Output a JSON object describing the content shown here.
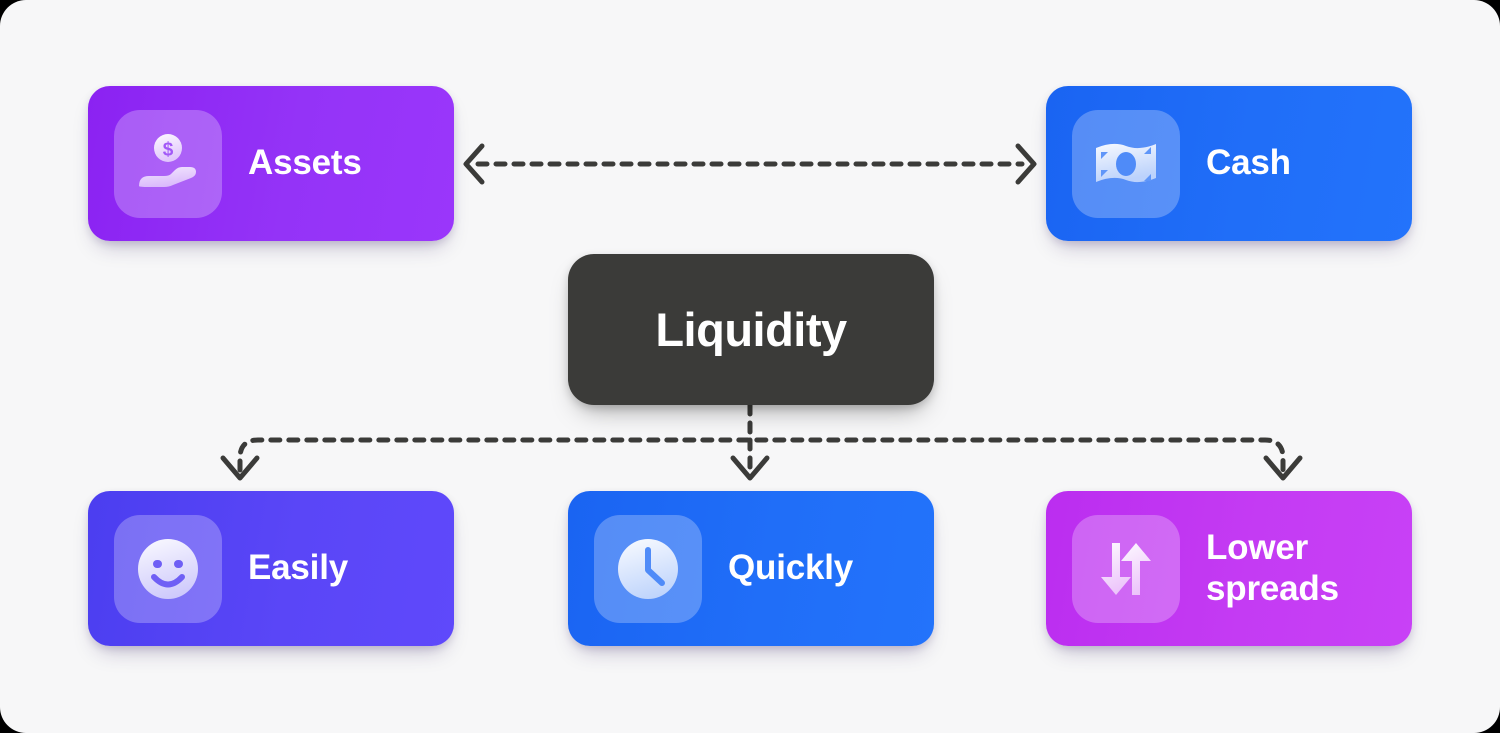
{
  "diagram": {
    "title": "Liquidity",
    "background_color": "#f7f7f8",
    "center": {
      "label": "Liquidity",
      "color": "#3b3b39",
      "text_color": "#ffffff"
    },
    "top_row": [
      {
        "id": "assets",
        "label": "Assets",
        "icon": "hand-holding-dollar-icon",
        "color": "#9433f7"
      },
      {
        "id": "cash",
        "label": "Cash",
        "icon": "banknote-icon",
        "color": "#206ef8"
      }
    ],
    "bottom_row": [
      {
        "id": "easily",
        "label": "Easily",
        "icon": "smiley-face-icon",
        "color": "#5a46f7"
      },
      {
        "id": "quickly",
        "label": "Quickly",
        "icon": "clock-icon",
        "color": "#206ef8"
      },
      {
        "id": "lower-spreads",
        "label": "Lower\nspreads",
        "icon": "arrows-up-down-icon",
        "color": "#c43bf3"
      }
    ],
    "connectors": [
      {
        "id": "assets-cash",
        "from": "assets",
        "to": "cash",
        "style": "dashed",
        "direction": "bidirectional",
        "color": "#3b3b39"
      },
      {
        "id": "liquidity-easily",
        "from": "liquidity",
        "to": "easily",
        "style": "dashed",
        "direction": "down",
        "color": "#3b3b39"
      },
      {
        "id": "liquidity-quickly",
        "from": "liquidity",
        "to": "quickly",
        "style": "dashed",
        "direction": "down",
        "color": "#3b3b39"
      },
      {
        "id": "liquidity-lower-spreads",
        "from": "liquidity",
        "to": "lower-spreads",
        "style": "dashed",
        "direction": "down",
        "color": "#3b3b39"
      }
    ]
  }
}
